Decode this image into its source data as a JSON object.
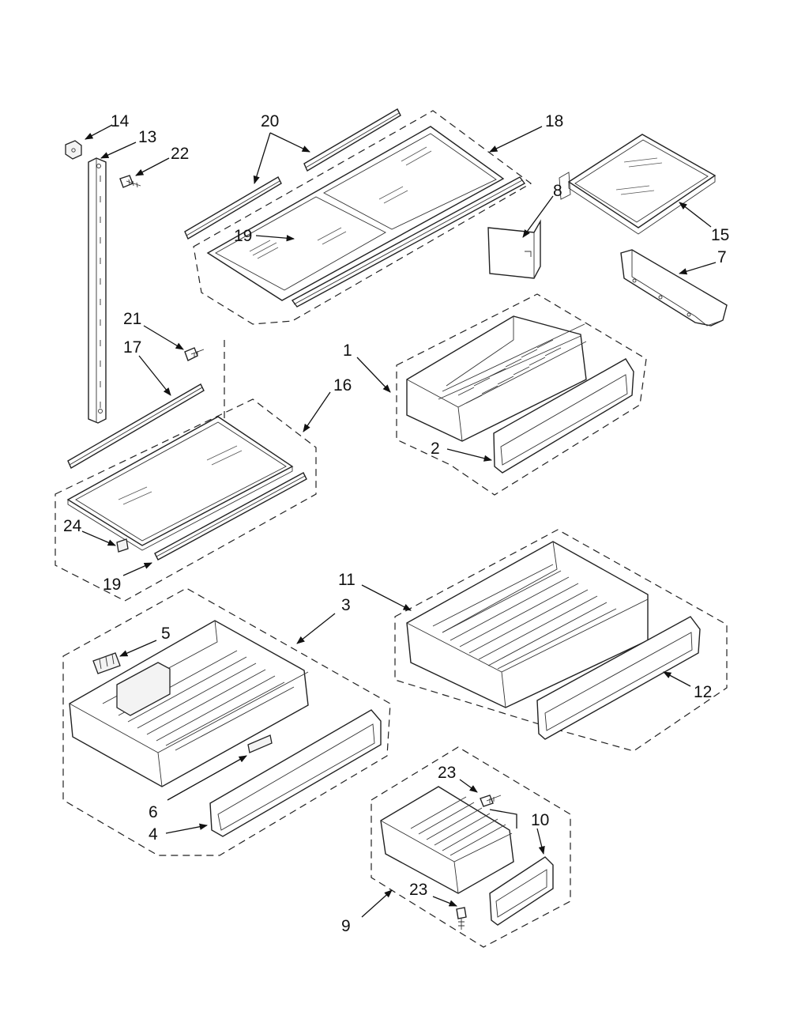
{
  "callouts": {
    "c1": "1",
    "c2": "2",
    "c3": "3",
    "c4": "4",
    "c5": "5",
    "c6": "6",
    "c7": "7",
    "c8": "8",
    "c9": "9",
    "c10": "10",
    "c11": "11",
    "c12": "12",
    "c13": "13",
    "c14": "14",
    "c15": "15",
    "c16": "16",
    "c17": "17",
    "c18": "18",
    "c19a": "19",
    "c19b": "19",
    "c20": "20",
    "c21": "21",
    "c22": "22",
    "c23a": "23",
    "c23b": "23",
    "c24": "24"
  }
}
